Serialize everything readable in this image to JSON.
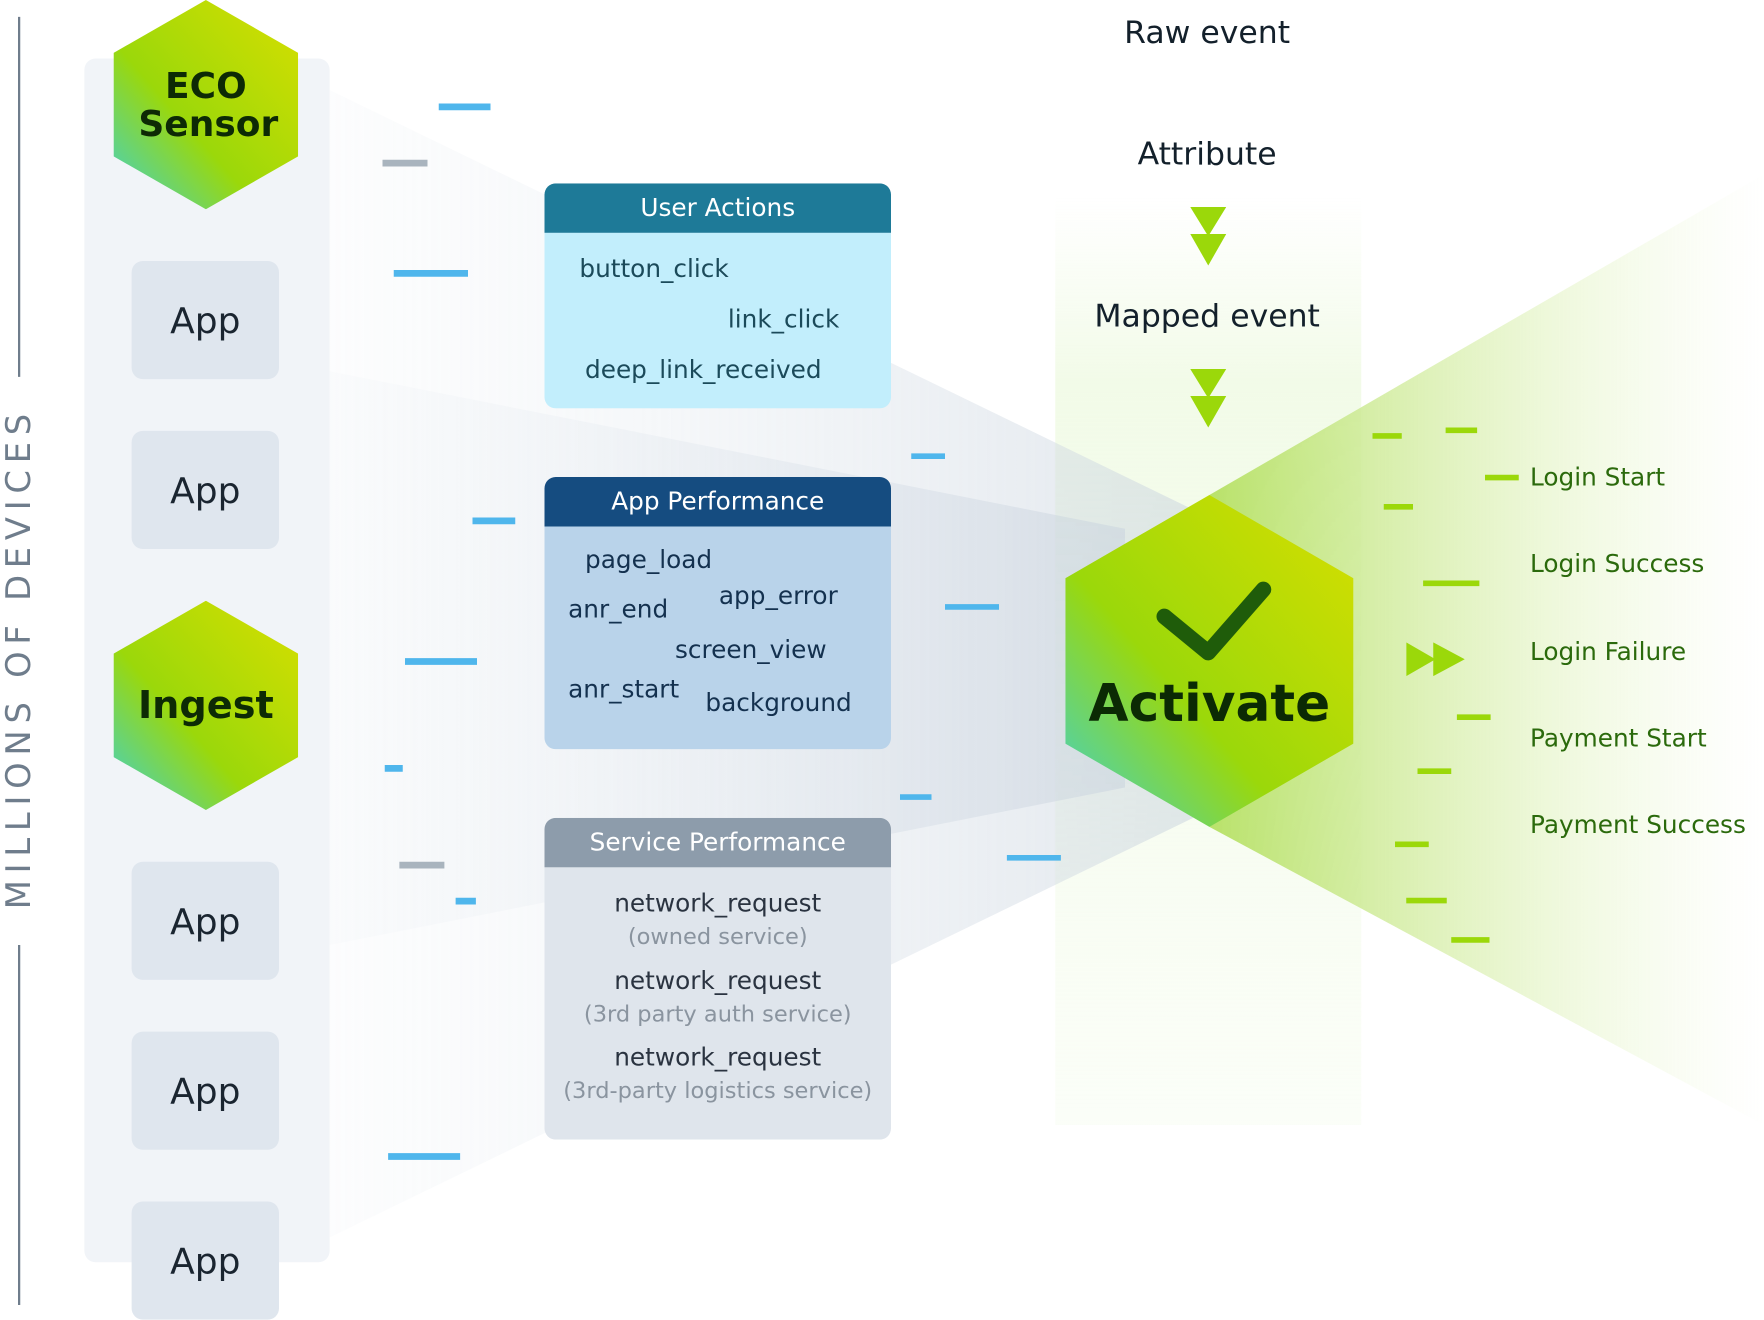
{
  "side_label": "MILLIONS OF DEVICES",
  "sources": {
    "eco_sensor": "ECO Sensor",
    "ingest": "Ingest",
    "apps": [
      "App",
      "App",
      "App",
      "App",
      "App"
    ]
  },
  "categories": [
    {
      "title": "User Actions",
      "items": [
        "button_click",
        "link_click",
        "deep_link_received"
      ]
    },
    {
      "title": "App Performance",
      "items": [
        "page_load",
        "app_error",
        "anr_end",
        "screen_view",
        "anr_start",
        "background"
      ]
    },
    {
      "title": "Service Performance",
      "items": [
        {
          "name": "network_request",
          "note": "(owned service)"
        },
        {
          "name": "network_request",
          "note": "(3rd party auth service)"
        },
        {
          "name": "network_request",
          "note": "(3rd-party logistics service)"
        }
      ]
    }
  ],
  "pipeline": {
    "raw": "Raw  event",
    "attribute": "Attribute",
    "mapped": "Mapped event"
  },
  "activate": "Activate",
  "outputs": [
    "Login Start",
    "Login Success",
    "Login Failure",
    "Payment Start",
    "Payment Success"
  ],
  "colors": {
    "user_actions": "#1e7a98",
    "app_performance": "#154c80",
    "service_performance": "#8d9cab",
    "green": "#9bd80a",
    "output_text": "#2b6a0c"
  }
}
